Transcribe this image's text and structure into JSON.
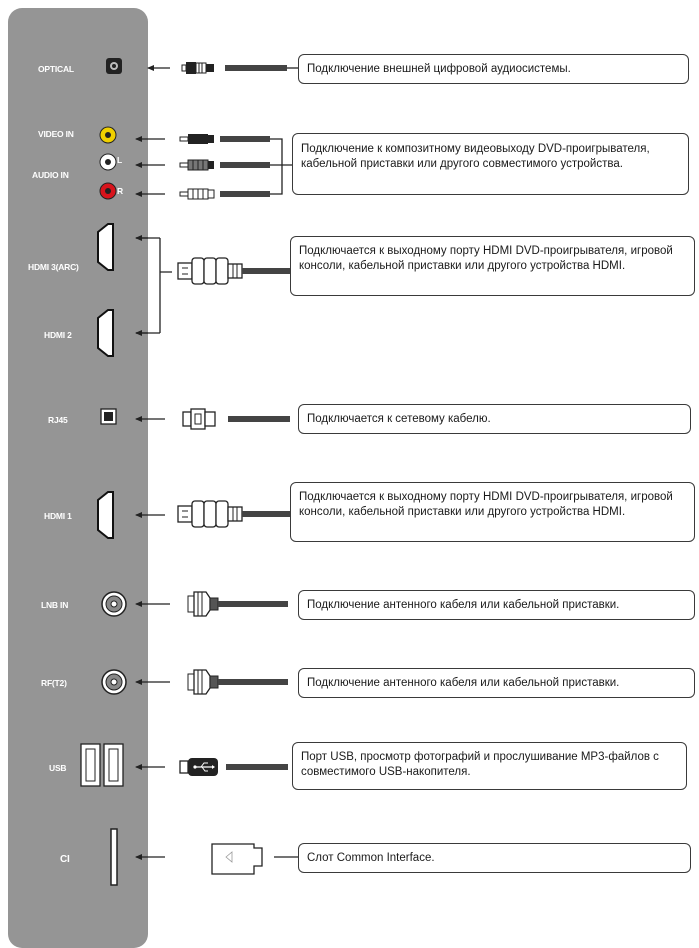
{
  "ports": {
    "optical": "OPTICAL",
    "video_in": "VIDEO IN",
    "audio_in": "AUDIO IN",
    "audio_l": "L",
    "audio_r": "R",
    "hdmi3": "HDMI 3(ARC)",
    "hdmi2": "HDMI 2",
    "rj45": "RJ45",
    "hdmi1": "HDMI 1",
    "lnb_in": "LNB IN",
    "rf": "RF(T2)",
    "usb": "USB",
    "ci": "CI"
  },
  "descriptions": {
    "optical": "Подключение внешней цифровой аудиосистемы.",
    "composite": "Подключение к композитному видеовыходу DVD-проигрывателя, кабельной приставки или другого совместимого устройства.",
    "hdmi_23": "Подключается к выходному порту HDMI DVD-проигрывателя, игровой консоли, кабельной приставки или другого устройства HDMI.",
    "rj45": "Подключается к сетевому кабелю.",
    "hdmi_1": "Подключается к выходному порту HDMI DVD-проигрывателя, игровой консоли, кабельной приставки или другого устройства HDMI.",
    "lnb": "Подключение антенного кабеля или кабельной приставки.",
    "rf": "Подключение антенного кабеля или кабельной приставки.",
    "usb": "Порт USB, просмотр фотографий и прослушивание MP3-файлов с совместимого USB-накопителя.",
    "ci": "Слот Common Interface."
  },
  "colors": {
    "panel": "#959595",
    "video_jack": "#f0d000",
    "audio_l_jack": "#ffffff",
    "audio_r_jack": "#d8141c",
    "line": "#222222"
  }
}
